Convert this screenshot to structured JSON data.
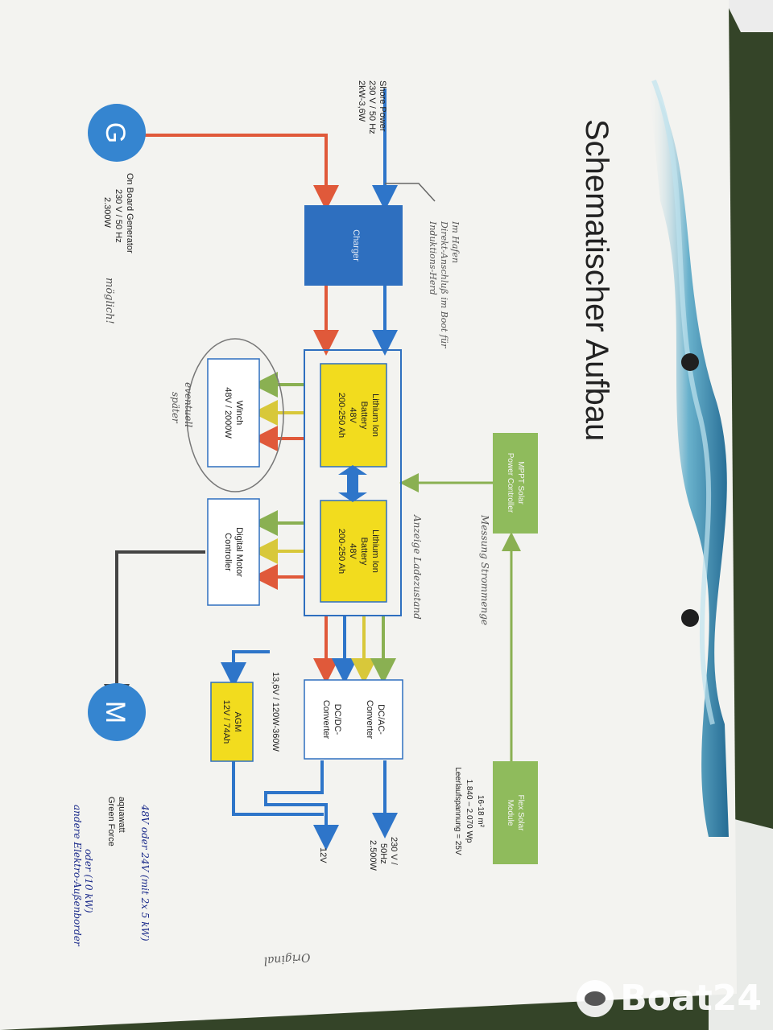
{
  "title": "Schematischer Aufbau",
  "components": {
    "generator_symbol": "G",
    "motor_symbol": "M",
    "charger": "Charger",
    "battery1": [
      "Lithium Ion",
      "Battery",
      "48V",
      "200-250 Ah"
    ],
    "battery2": [
      "Lithium Ion",
      "Battery",
      "48V",
      "200-250 Ah"
    ],
    "winch": [
      "Winch",
      "48V / 2000W"
    ],
    "motor_controller": [
      "Digital Motor",
      "Controller"
    ],
    "mppt": [
      "MPPT Solar",
      "Power Controller"
    ],
    "flex_solar": [
      "Flex Solar",
      "Module"
    ],
    "dcac": [
      "DC/AC-",
      "Converter"
    ],
    "dcdc": [
      "DC/DC-",
      "Converter"
    ],
    "agm": [
      "AGM",
      "12V / 74Ah"
    ]
  },
  "labels": {
    "shore_power": [
      "Shore Power",
      "230 V / 50 Hz",
      "2kW-3,6W"
    ],
    "generator": [
      "On Board Generator",
      "230 V / 50 Hz",
      "2.300W"
    ],
    "solar_spec": [
      "16-18 m²",
      "1.840 – 2.070 Wp",
      "Leerlaufspannung = 25V"
    ],
    "ac_out": [
      "230 V /",
      "50Hz",
      "2.500W"
    ],
    "dc_out": "12V",
    "agm_charge": "13,6V / 120W-360W",
    "motor_spec": [
      "aquawatt",
      "Green Force"
    ]
  },
  "handwriting": {
    "shore_note": [
      "Im Hafen",
      "Direkt-Anschluß im Boot für",
      "Induktions-Herd"
    ],
    "gen_note": "möglich!",
    "winch_note": [
      "eventuell",
      "später"
    ],
    "mppt_note": "Messung Strommenge",
    "battery_note": "Anzeige Ladezustand",
    "motor_note": [
      "48V oder 24V (mit 2x 5 kW)",
      "oder (10 kW)",
      "andere Elektro-Außenborder"
    ],
    "original": "Original"
  },
  "watermark": "Boat24",
  "colors": {
    "ac_line": "#e0593a",
    "dc_line": "#2e75c9",
    "yellow_line": "#d8c83a",
    "green_line": "#8ab052",
    "battery_fill": "#f2dc1e",
    "solar_fill": "#8fbb5c",
    "charger_fill": "#2e6fbf",
    "circle_fill": "#3585d0",
    "paper": "#f3f3f0"
  }
}
